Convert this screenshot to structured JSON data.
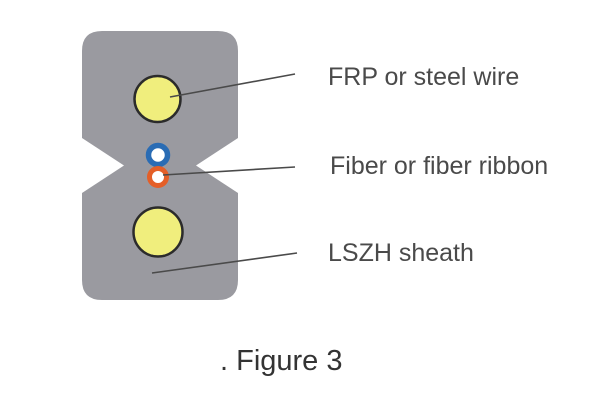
{
  "figure": {
    "caption": ". Figure 3",
    "labels": [
      {
        "id": "frp",
        "text": "FRP or steel wire"
      },
      {
        "id": "fiber",
        "text": "Fiber or fiber ribbon"
      },
      {
        "id": "sheath",
        "text": "LSZH sheath"
      }
    ],
    "parts": [
      {
        "name": "frp-or-steel-wire",
        "shape": "large yellow circle (top and bottom)"
      },
      {
        "name": "fiber-or-fiber-ribbon",
        "shape": "small blue-ringed and orange-ringed circles at waist"
      },
      {
        "name": "lszh-sheath",
        "shape": "gray figure-8 cable body with side notches"
      }
    ]
  },
  "colors": {
    "background": "#ffffff",
    "sheath": "#9a9aa0",
    "wire": "#f0ee7d",
    "outline": "#2b2b2b",
    "fiber_core": "#ffffff",
    "fiber_blue": "#2a6cb4",
    "fiber_orange": "#e45f28",
    "leader": "#4a4a4a",
    "label_text": "#4a4a4a",
    "caption_text": "#333333"
  }
}
